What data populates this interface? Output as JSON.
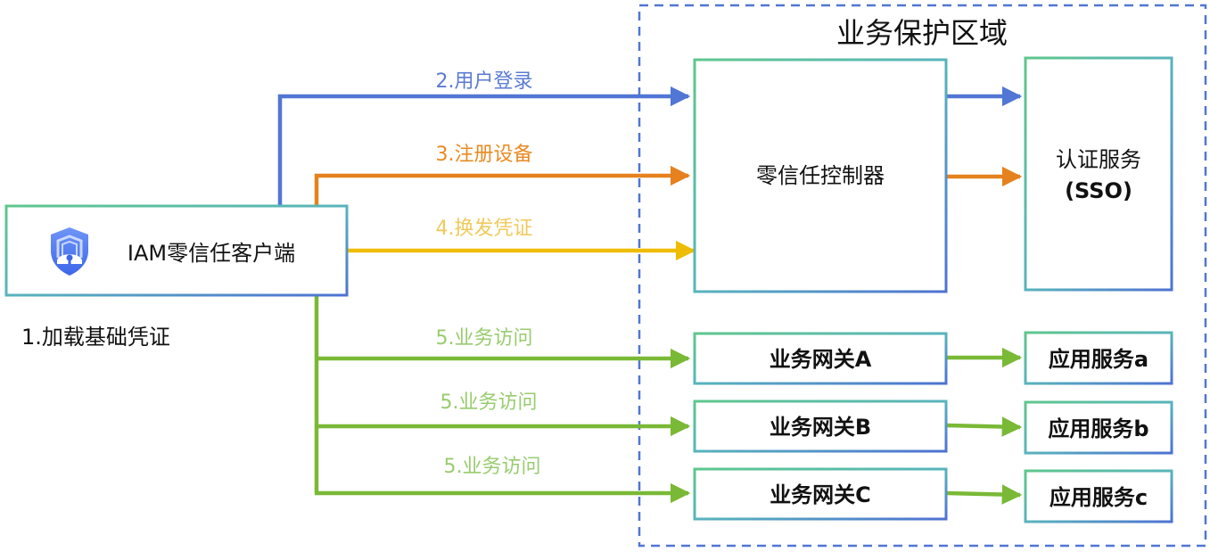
{
  "colors": {
    "login": "#5176d4",
    "register": "#e5821f",
    "credential": "#eebc00",
    "access": "#79b936",
    "login_label": "#5a7bd2",
    "register_label": "#e98a22",
    "credential_label": "#f0c95a",
    "access_label": "#98cc6e",
    "zone_border": "#5176d4",
    "box_gradient_start": "#5ec78c",
    "box_gradient_end": "#4e72d2",
    "icon_blue": "#4f78f0"
  },
  "zone": {
    "title": "业务保护区域"
  },
  "client": {
    "label": "IAM零信任客户端",
    "icon": "shield-lock-icon",
    "note": "1.加载基础凭证"
  },
  "controller": {
    "label": "零信任控制器"
  },
  "sso": {
    "line1": "认证服务",
    "line2": "(SSO)"
  },
  "gateways": [
    {
      "label": "业务网关A"
    },
    {
      "label": "业务网关B"
    },
    {
      "label": "业务网关C"
    }
  ],
  "apps": [
    {
      "label": "应用服务a"
    },
    {
      "label": "应用服务b"
    },
    {
      "label": "应用服务c"
    }
  ],
  "edges": {
    "login": "2.用户登录",
    "register": "3.注册设备",
    "credential": "4.换发凭证",
    "access": [
      "5.业务访问",
      "5.业务访问",
      "5.业务访问"
    ]
  }
}
